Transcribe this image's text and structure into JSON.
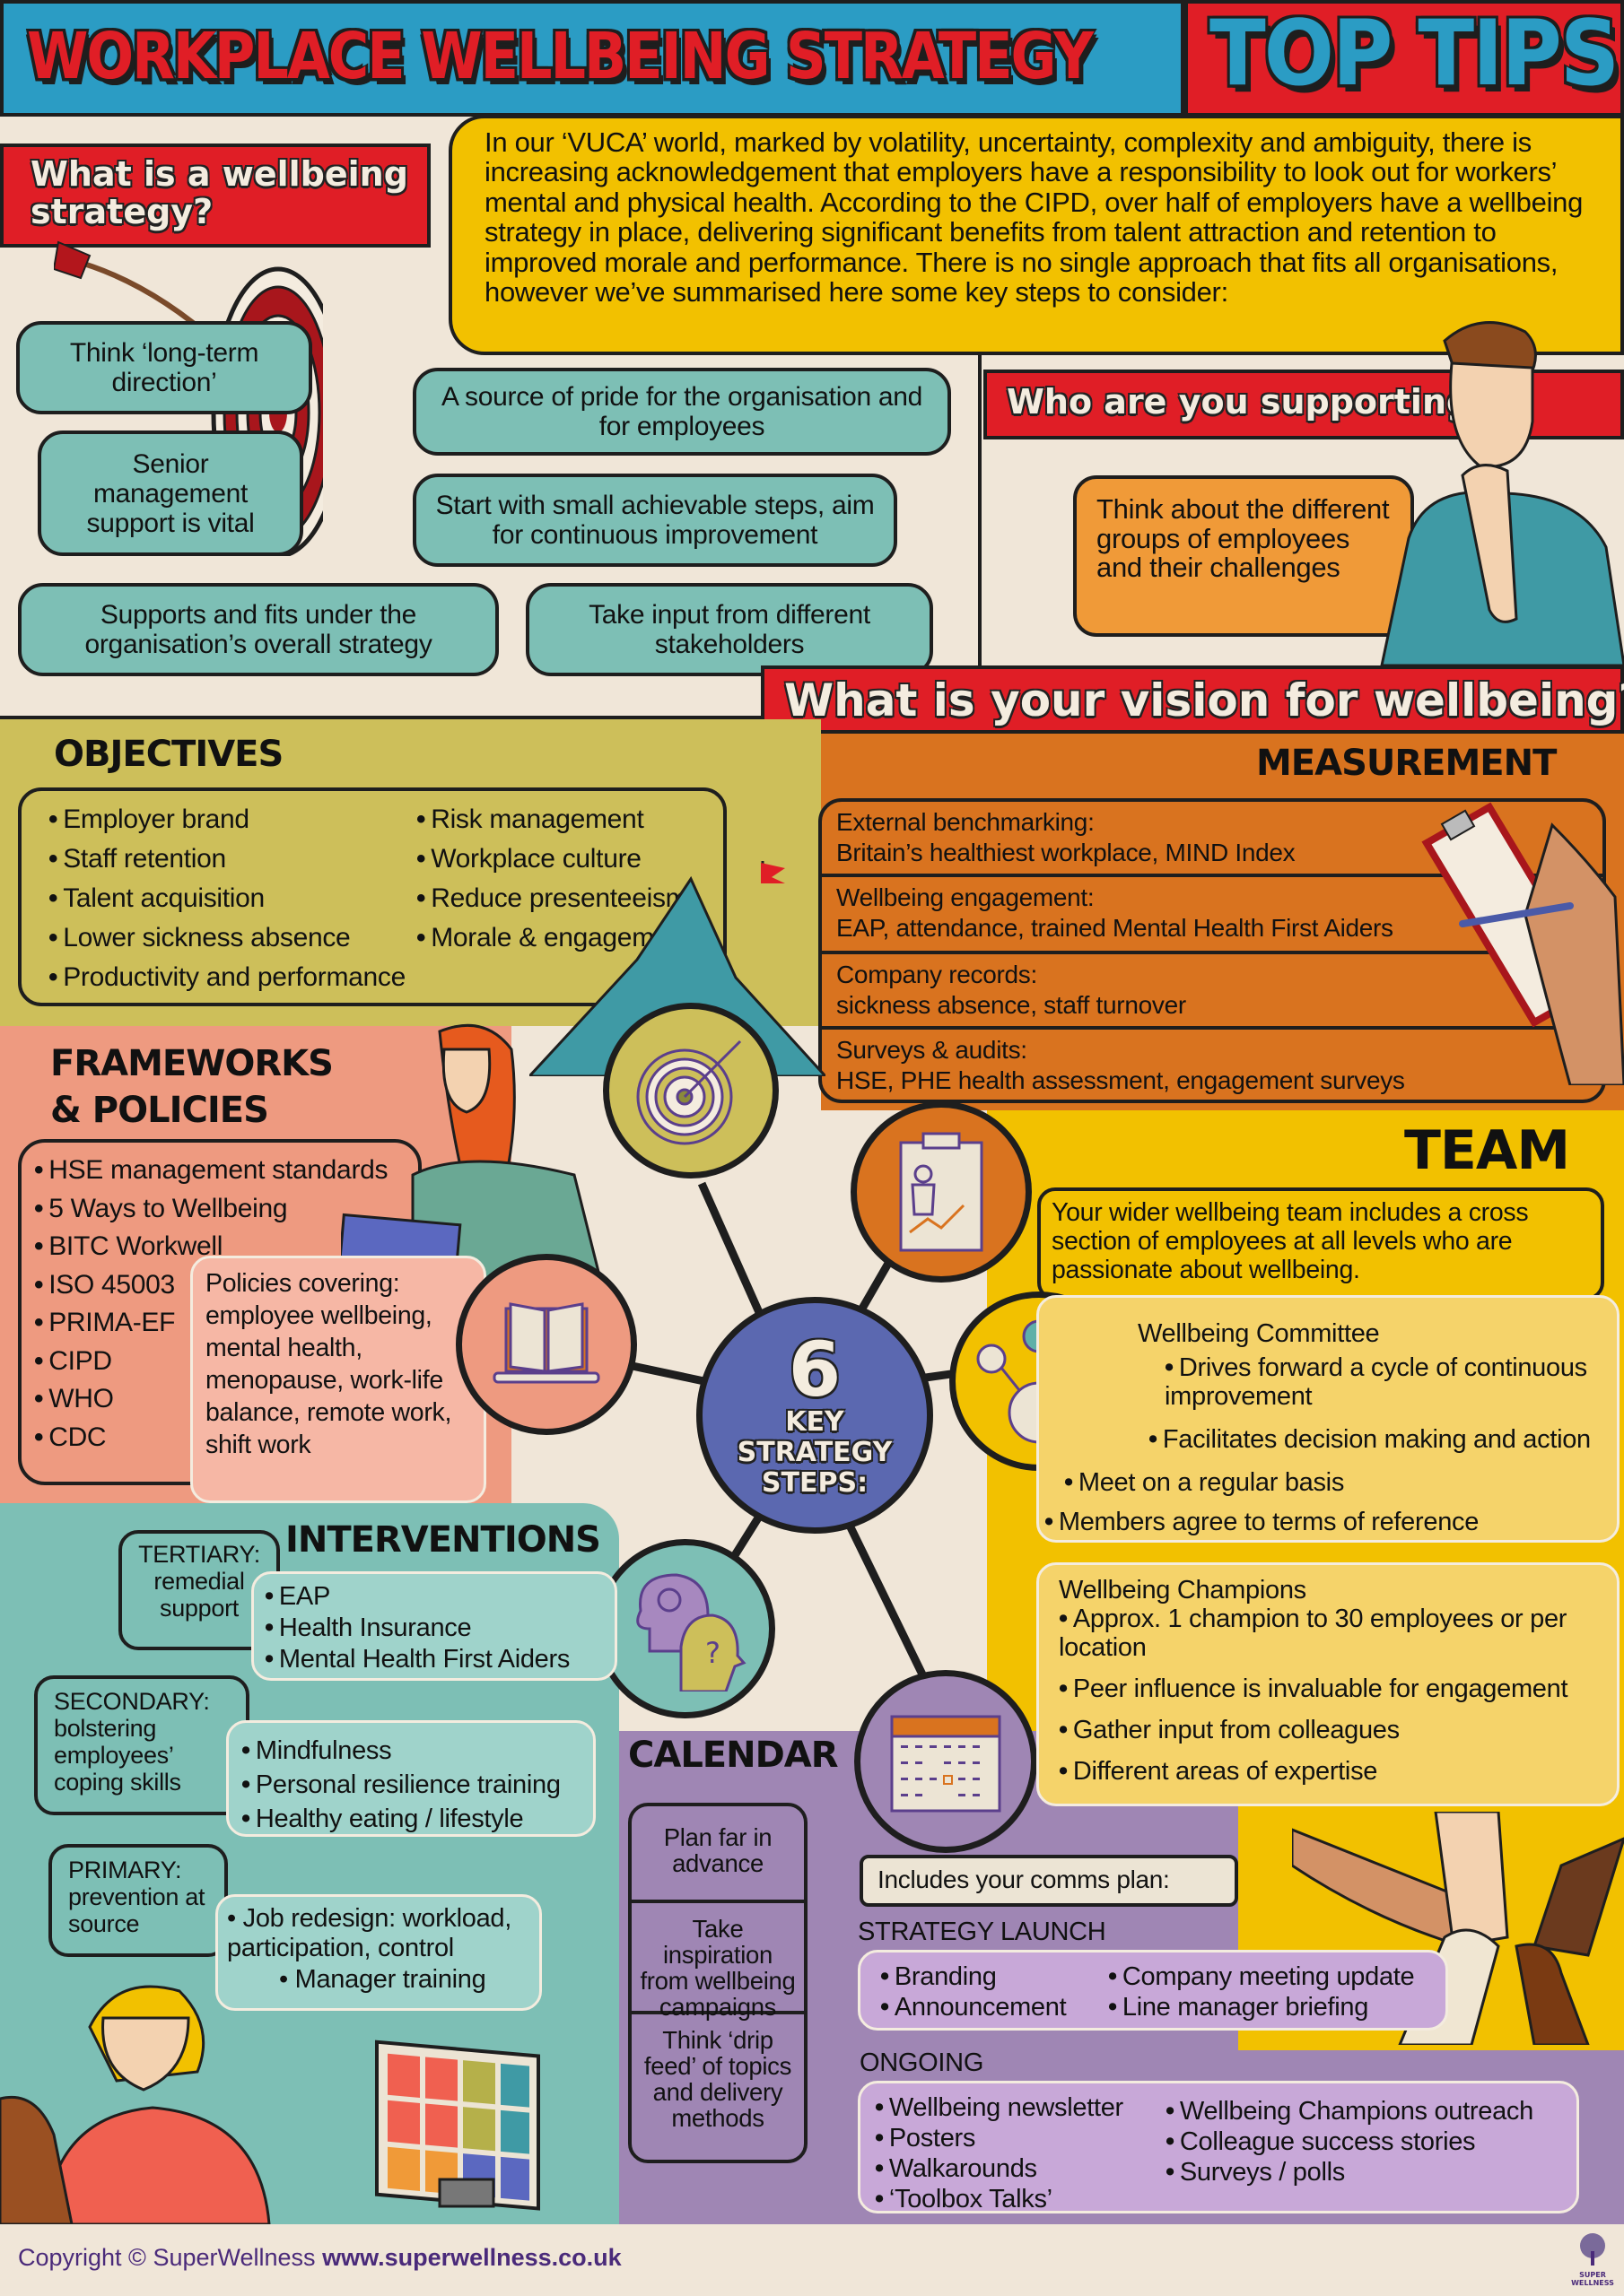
{
  "header": {
    "title": "WORKPLACE WELLBEING STRATEGY",
    "subtitle": "TOP TIPS"
  },
  "intro": {
    "text": "In our ‘VUCA’ world, marked by volatility, uncertainty, complexity and ambiguity, there is increasing acknowledgement that employers have a responsibility to look out for workers’ mental and physical health. According to the CIPD, over half of employers have a wellbeing strategy in place, delivering significant benefits from talent attraction and retention to improved morale and performance. There is no single approach that fits all organisations, however we’ve summarised here some key steps to consider:"
  },
  "what_is": {
    "heading": "What is a wellbeing strategy?",
    "tips": [
      "Think ‘long-term direction’",
      "A source of pride for the organisation and for employees",
      "Senior management support is vital",
      "Start with small achievable steps, aim for continuous improvement",
      "Supports and fits under the organisation’s overall strategy",
      "Take input from different stakeholders"
    ]
  },
  "who": {
    "heading": "Who are you supporting?",
    "text": "Think about the different groups of employees and their challenges"
  },
  "vision": {
    "heading": "What is your vision for wellbeing?"
  },
  "objectives": {
    "heading": "OBJECTIVES",
    "left": [
      "Employer brand",
      "Staff retention",
      "Talent acquisition",
      "Lower sickness absence",
      "Productivity and performance"
    ],
    "right": [
      "Risk management",
      "Workplace culture",
      "Reduce presenteeism",
      "Morale & engagement"
    ]
  },
  "measurement": {
    "heading": "MEASUREMENT",
    "rows": [
      {
        "label": "External benchmarking:",
        "value": "Britain’s healthiest workplace, MIND Index"
      },
      {
        "label": "Wellbeing engagement:",
        "value": "EAP, attendance, trained Mental Health First Aiders"
      },
      {
        "label": "Company records:",
        "value": "sickness absence, staff turnover"
      },
      {
        "label": "Surveys & audits:",
        "value": "HSE, PHE health assessment, engagement surveys"
      }
    ]
  },
  "frameworks": {
    "heading_line1": "FRAMEWORKS",
    "heading_line2": "& POLICIES",
    "items": [
      "HSE management standards",
      "5 Ways to Wellbeing",
      "BITC Workwell",
      "ISO 45003",
      "PRIMA-EF",
      "CIPD",
      "WHO",
      "CDC"
    ],
    "policies_title": "Policies covering:",
    "policies_text": "employee wellbeing, mental health, menopause, work-life balance, remote work, shift work"
  },
  "center": {
    "number": "6",
    "line1": "KEY",
    "line2": "STRATEGY",
    "line3": "STEPS:"
  },
  "team": {
    "heading": "TEAM",
    "intro": "Your wider wellbeing team includes a cross section of employees at all levels who are passionate about wellbeing.",
    "committee": {
      "title": "Wellbeing Committee",
      "items": [
        "Drives forward a cycle of continuous improvement",
        "Facilitates decision making and action",
        "Meet on a regular basis",
        "Members agree to terms of reference"
      ]
    },
    "champions": {
      "title": "Wellbeing Champions",
      "items": [
        "Approx. 1 champion to 30 employees or per location",
        "Peer influence is invaluable for engagement",
        "Gather input from colleagues",
        "Different areas of expertise"
      ]
    }
  },
  "interventions": {
    "heading": "INTERVENTIONS",
    "tiers": [
      {
        "level": "TERTIARY:",
        "desc": "remedial support",
        "items": [
          "EAP",
          "Health Insurance",
          "Mental Health First Aiders"
        ]
      },
      {
        "level": "SECONDARY:",
        "desc": "bolstering employees’ coping skills",
        "items": [
          "Mindfulness",
          "Personal resilience training",
          "Healthy eating / lifestyle"
        ]
      },
      {
        "level": "PRIMARY:",
        "desc": "prevention at source",
        "items": [
          "Job redesign: workload, participation, control",
          "Manager training"
        ]
      }
    ]
  },
  "calendar": {
    "heading": "CALENDAR",
    "tips": [
      "Plan far in advance",
      "Take inspiration from wellbeing campaigns",
      "Think ‘drip feed’ of topics and delivery methods"
    ],
    "comms_label": "Includes your comms plan:",
    "launch": {
      "heading": "STRATEGY LAUNCH",
      "left": [
        "Branding",
        "Announcement"
      ],
      "right": [
        "Company meeting update",
        "Line manager briefing"
      ]
    },
    "ongoing": {
      "heading": "ONGOING",
      "left": [
        "Wellbeing newsletter",
        "Posters",
        "Walkarounds",
        "‘Toolbox Talks’"
      ],
      "right": [
        "Wellbeing Champions outreach",
        "Colleague success stories",
        "Surveys / polls"
      ]
    }
  },
  "footer": {
    "copyright": "Copyright © SuperWellness",
    "url": "www.superwellness.co.uk",
    "logo_text": "SUPER WELLNESS"
  },
  "colors": {
    "blue": "#2b9cc4",
    "red": "#e01e26",
    "yellow": "#f2c100",
    "teal": "#7dbfb5",
    "olive": "#cdbf5a",
    "orange": "#d9731f",
    "salmon": "#ee9a80",
    "purple": "#9f86b4",
    "indigo": "#5b68b0",
    "cream": "#f0e6d8"
  }
}
